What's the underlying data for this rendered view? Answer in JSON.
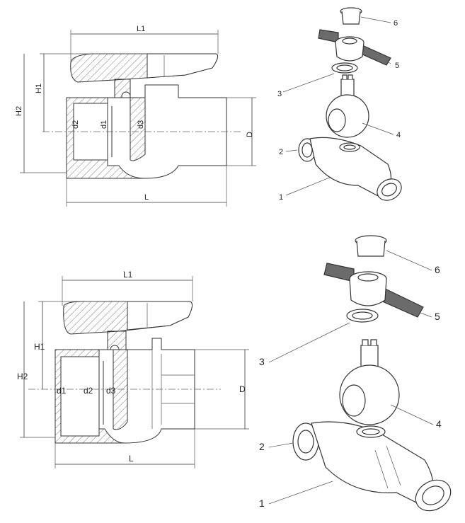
{
  "top_drawing": {
    "dims": {
      "L1": "L1",
      "H1": "H1",
      "H2": "H2",
      "d1": "d1",
      "d2": "d2",
      "d3": "d3",
      "D": "D",
      "L": "L"
    },
    "parts": [
      "1",
      "2",
      "3",
      "4",
      "5",
      "6"
    ]
  },
  "bottom_drawing": {
    "dims": {
      "L1": "L1",
      "H1": "H1",
      "H2": "H2",
      "d1": "d1",
      "d2": "d2",
      "d3": "d3",
      "D": "D",
      "L": "L"
    },
    "parts": [
      "1",
      "2",
      "3",
      "4",
      "5",
      "6"
    ]
  },
  "colors": {
    "line": "#333333",
    "handle_dark": "#6b6b6b",
    "background": "#ffffff"
  }
}
